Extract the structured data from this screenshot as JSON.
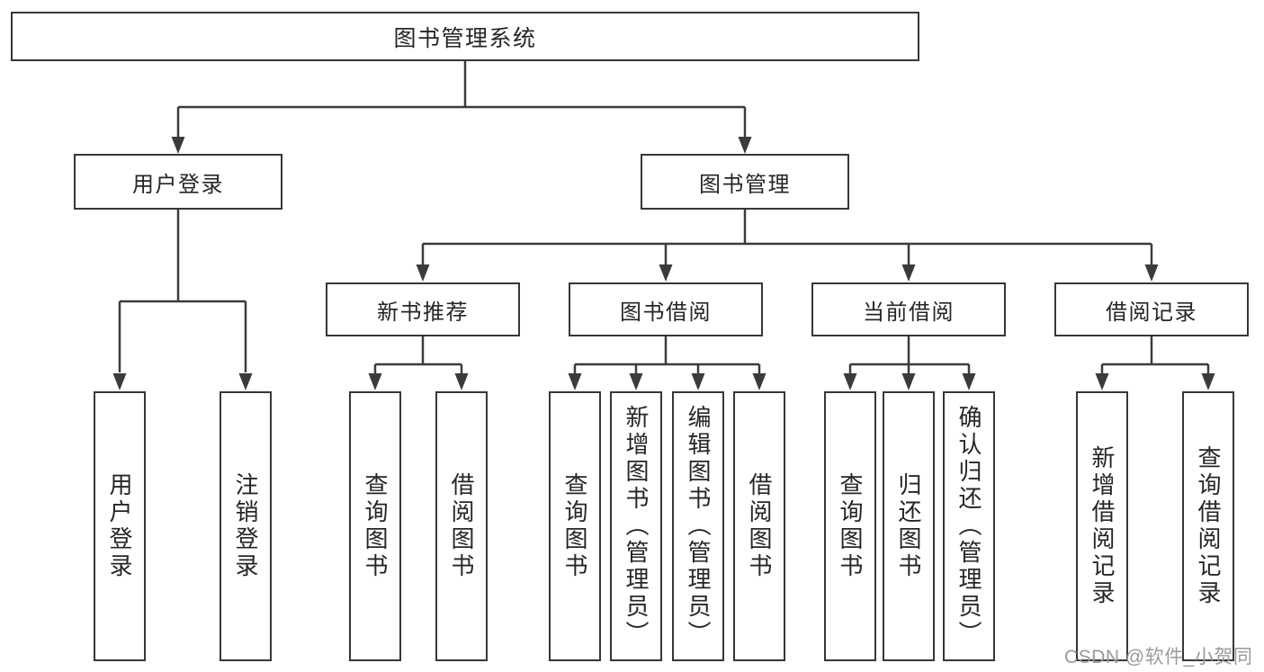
{
  "tree": {
    "label": "图书管理系统",
    "children": [
      {
        "label": "用户登录",
        "children": [
          {
            "label": "用户登录"
          },
          {
            "label": "注销登录"
          }
        ]
      },
      {
        "label": "图书管理",
        "children": [
          {
            "label": "新书推荐",
            "children": [
              {
                "label": "查询图书"
              },
              {
                "label": "借阅图书"
              }
            ]
          },
          {
            "label": "图书借阅",
            "children": [
              {
                "label": "查询图书"
              },
              {
                "label": "新增图书（管理员）"
              },
              {
                "label": "编辑图书（管理员）"
              },
              {
                "label": "借阅图书"
              }
            ]
          },
          {
            "label": "当前借阅",
            "children": [
              {
                "label": "查询图书"
              },
              {
                "label": "归还图书"
              },
              {
                "label": "确认归还（管理员）"
              }
            ]
          },
          {
            "label": "借阅记录",
            "children": [
              {
                "label": "新增借阅记录"
              },
              {
                "label": "查询借阅记录"
              }
            ]
          }
        ]
      }
    ]
  },
  "watermark": "CSDN @软件_小贺同学",
  "colors": {
    "line": "#3b3b3b",
    "box_border": "#373737",
    "text": "#262626",
    "watermark": "#9a9a9a",
    "background": "#ffffff"
  }
}
